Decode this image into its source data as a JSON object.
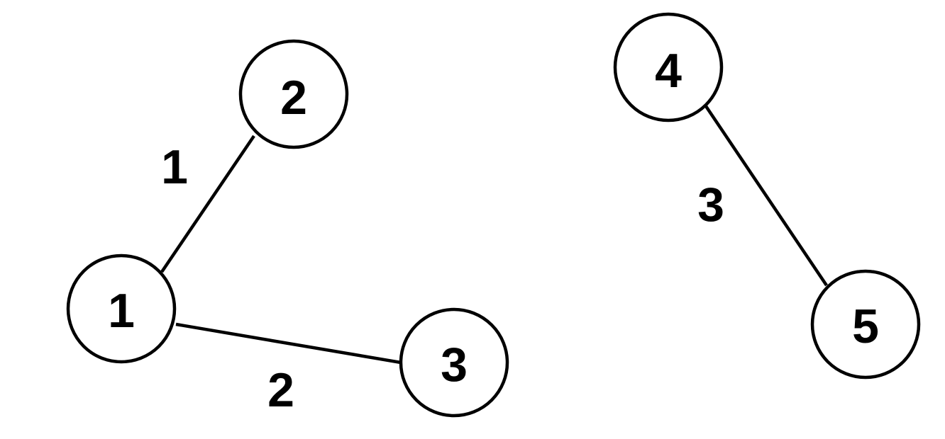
{
  "nodes": [
    {
      "id": "1",
      "label": "1"
    },
    {
      "id": "2",
      "label": "2"
    },
    {
      "id": "3",
      "label": "3"
    },
    {
      "id": "4",
      "label": "4"
    },
    {
      "id": "5",
      "label": "5"
    }
  ],
  "edges": [
    {
      "from": "1",
      "to": "2",
      "label": "1"
    },
    {
      "from": "1",
      "to": "3",
      "label": "2"
    },
    {
      "from": "4",
      "to": "5",
      "label": "3"
    }
  ],
  "colors": {
    "stroke": "#000000",
    "fill": "#ffffff",
    "text": "#000000"
  }
}
